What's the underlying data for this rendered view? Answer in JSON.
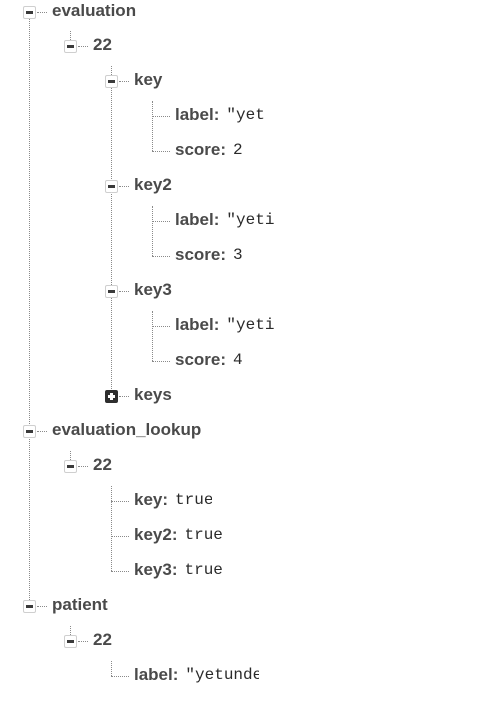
{
  "nodes": [
    {
      "id": "evaluation",
      "key": "evaluation",
      "state": "expanded"
    },
    {
      "id": "evaluation-22",
      "key": "22",
      "state": "expanded"
    },
    {
      "id": "evaluation-22-key",
      "key": "key",
      "state": "expanded"
    },
    {
      "id": "evaluation-22-key-label",
      "key": "label",
      "value": "\"yet'"
    },
    {
      "id": "evaluation-22-key-score",
      "key": "score",
      "value": "2"
    },
    {
      "id": "evaluation-22-key2",
      "key": "key2",
      "state": "expanded"
    },
    {
      "id": "evaluation-22-key2-label",
      "key": "label",
      "value": "\"yeti'"
    },
    {
      "id": "evaluation-22-key2-score",
      "key": "score",
      "value": "3"
    },
    {
      "id": "evaluation-22-key3",
      "key": "key3",
      "state": "expanded"
    },
    {
      "id": "evaluation-22-key3-label",
      "key": "label",
      "value": "\"yeti'"
    },
    {
      "id": "evaluation-22-key3-score",
      "key": "score",
      "value": "4"
    },
    {
      "id": "evaluation-22-keys",
      "key": "keys",
      "state": "collapsed"
    },
    {
      "id": "evaluation_lookup",
      "key": "evaluation_lookup",
      "state": "expanded"
    },
    {
      "id": "evaluation_lookup-22",
      "key": "22",
      "state": "expanded"
    },
    {
      "id": "evaluation_lookup-22-key",
      "key": "key",
      "value": "true"
    },
    {
      "id": "evaluation_lookup-22-key2",
      "key": "key2",
      "value": "true"
    },
    {
      "id": "evaluation_lookup-22-key3",
      "key": "key3",
      "value": "true"
    },
    {
      "id": "patient",
      "key": "patient",
      "state": "expanded"
    },
    {
      "id": "patient-22",
      "key": "22",
      "state": "expanded"
    },
    {
      "id": "patient-22-label",
      "key": "label",
      "value": "\"yetunde'"
    }
  ],
  "icons": {
    "expanded": "collapse-minus-icon",
    "collapsed": "expand-plus-icon"
  },
  "colors": {
    "key_text": "#4a4a4a",
    "value_text": "#2a2a2a",
    "tree_line": "#8a8a8a",
    "plus_toggle_bg": "#2e2e2e"
  }
}
